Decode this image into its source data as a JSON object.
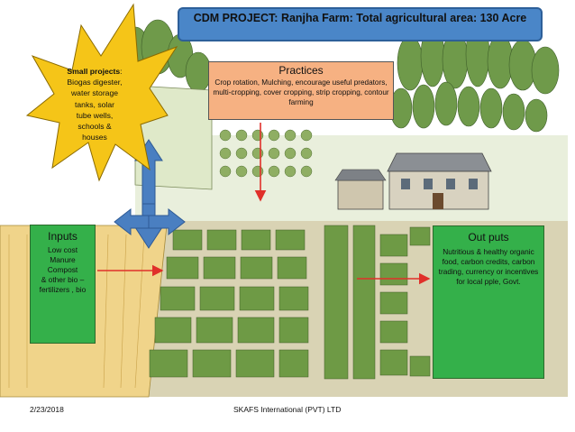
{
  "title": "CDM PROJECT: Ranjha Farm: Total agricultural area: 130 Acre",
  "small_projects": {
    "heading": "Small projects",
    "lines": [
      "Biogas digester,",
      "water storage",
      "tanks, solar",
      "tube wells,",
      "schools &",
      "houses"
    ]
  },
  "practices": {
    "heading": "Practices",
    "text": "Crop rotation, Mulching, encourage useful predators, multi-cropping, cover cropping, strip cropping, contour farming"
  },
  "inputs": {
    "heading": "Inputs",
    "lines": [
      "Low cost",
      "Manure",
      "Compost",
      "& other bio –",
      "fertilizers , bio"
    ]
  },
  "outputs": {
    "heading": "Out puts",
    "text": "Nutritious & healthy organic food, carbon credits, carbon trading, currency or incentives for local pple, Govt."
  },
  "footer": {
    "date": "2/23/2018",
    "organization": "SKAFS International (PVT) LTD"
  },
  "colors": {
    "title_bg": "#4a86c8",
    "practices_bg": "#f6b182",
    "inputs_outputs_bg": "#34b04a",
    "star_fill": "#f5c518",
    "arrow_red": "#e0302a",
    "double_arrow": "#4a7fc1"
  }
}
